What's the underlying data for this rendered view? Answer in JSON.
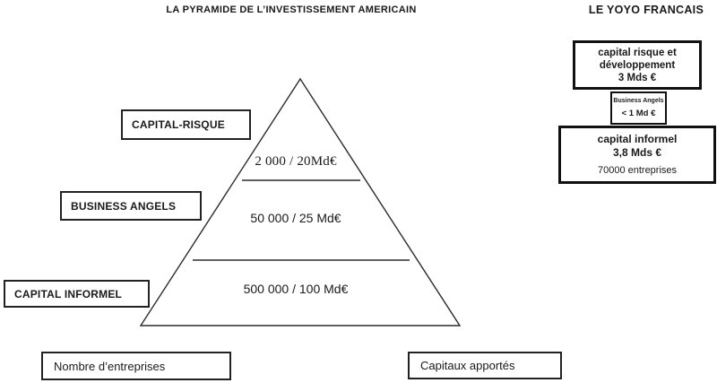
{
  "titles": {
    "left": "LA PYRAMIDE DE L’INVESTISSEMENT AMERICAIN",
    "right": "LE YOYO FRANCAIS"
  },
  "pyramid": {
    "tiers": [
      {
        "label": "CAPITAL-RISQUE",
        "value": "2 000 / 20Md€",
        "companies": 2000,
        "capital_md_eur": 20
      },
      {
        "label": "BUSINESS ANGELS",
        "value": "50 000 / 25 Md€",
        "companies": 50000,
        "capital_md_eur": 25
      },
      {
        "label": "CAPITAL INFORMEL",
        "value": "500 000 / 100 Md€",
        "companies": 500000,
        "capital_md_eur": 100
      }
    ]
  },
  "axis_boxes": {
    "left": "Nombre d’entreprises",
    "right": "Capitaux apportés"
  },
  "yoyo": {
    "box1": {
      "line1": "capital risque et",
      "line2": "développement",
      "line3": "3 Mds €"
    },
    "box2": {
      "line1": "Business Angels",
      "line2": "< 1 Md €"
    },
    "box3": {
      "line1": "capital informel",
      "line2": "3,8 Mds €",
      "line3": "70000 entreprises"
    }
  },
  "colors": {
    "ink": "#1a1a1a",
    "line": "#2b2b2b",
    "background": "#ffffff"
  }
}
